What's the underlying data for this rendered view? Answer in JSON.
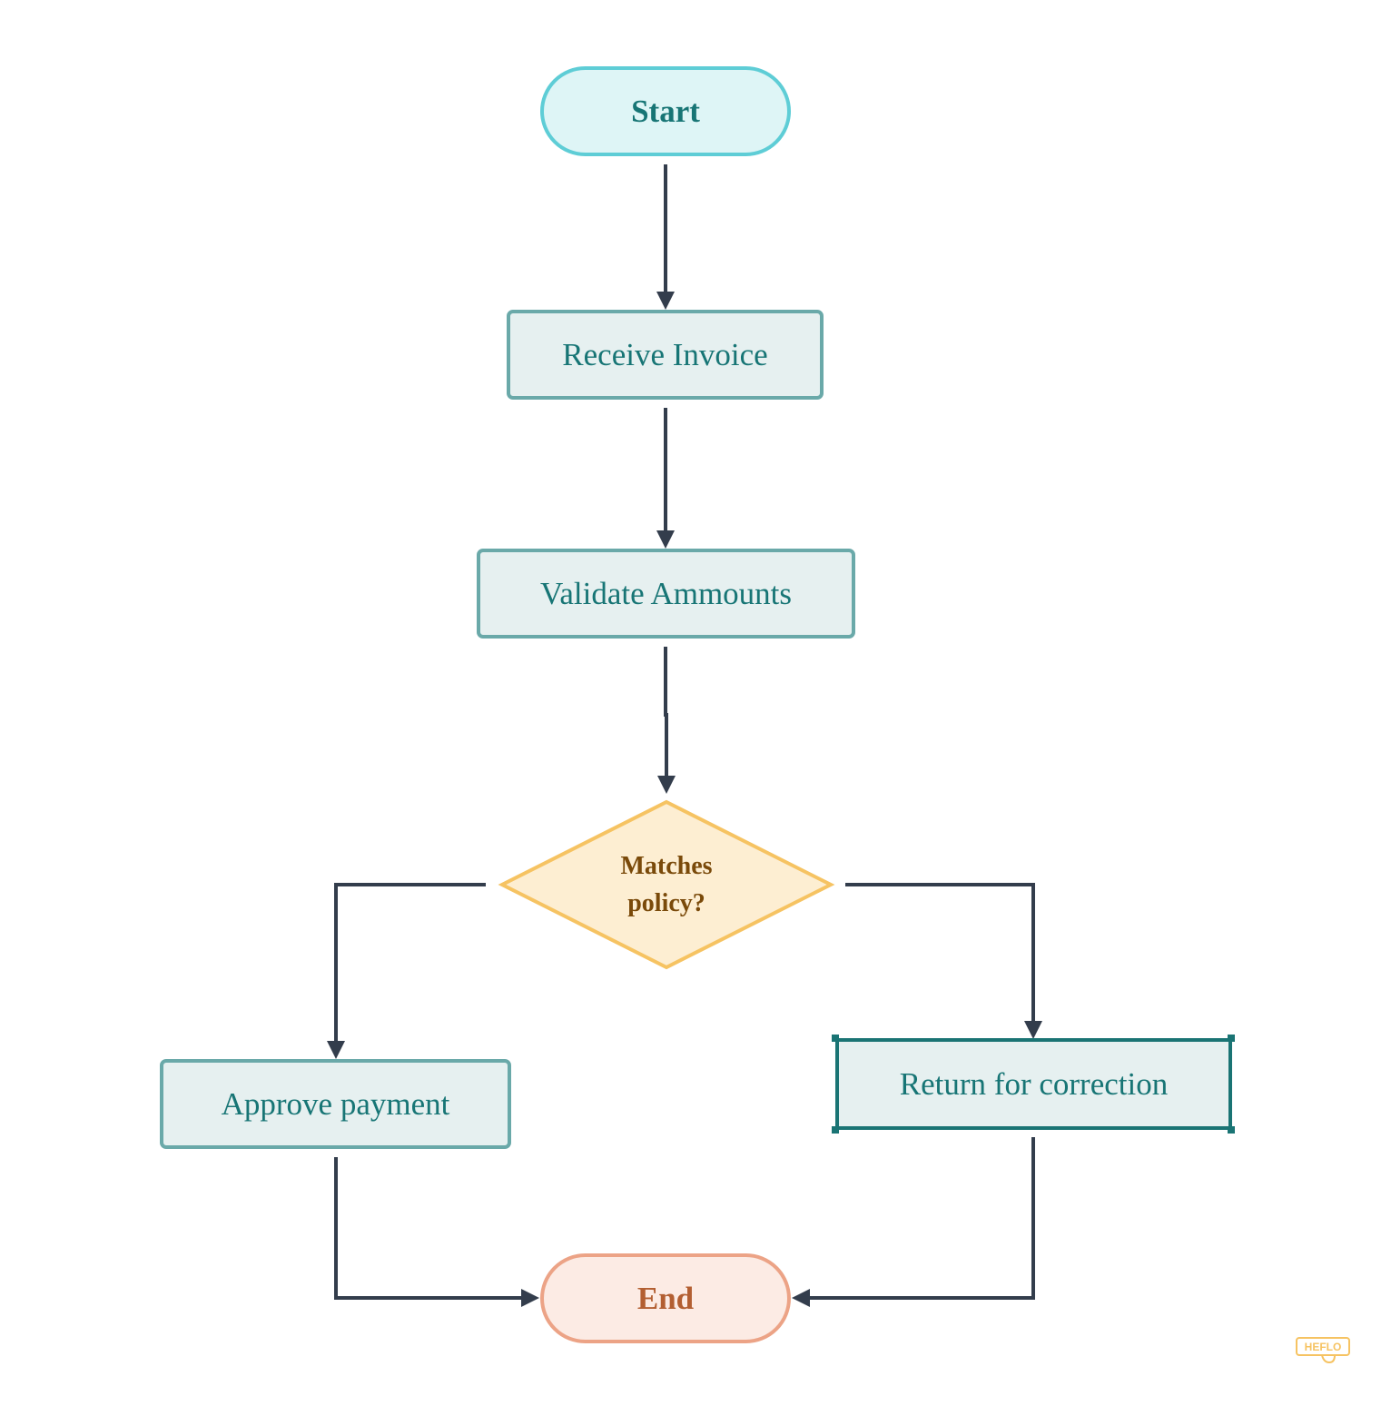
{
  "flowchart": {
    "nodes": [
      {
        "id": "start",
        "label": "Start",
        "shape": "terminal"
      },
      {
        "id": "receive",
        "label": "Receive Invoice",
        "shape": "process"
      },
      {
        "id": "validate",
        "label": "Validate Ammounts",
        "shape": "process"
      },
      {
        "id": "decision",
        "label": "Matches\npolicy?",
        "shape": "decision"
      },
      {
        "id": "approve",
        "label": "Approve payment",
        "shape": "process"
      },
      {
        "id": "return",
        "label": "Return for correction",
        "shape": "process",
        "selected": true
      },
      {
        "id": "end",
        "label": "End",
        "shape": "terminal"
      }
    ],
    "edges": [
      {
        "from": "start",
        "to": "receive"
      },
      {
        "from": "receive",
        "to": "validate"
      },
      {
        "from": "validate",
        "to": "decision"
      },
      {
        "from": "decision",
        "to": "approve"
      },
      {
        "from": "decision",
        "to": "return"
      },
      {
        "from": "approve",
        "to": "end"
      },
      {
        "from": "return",
        "to": "end"
      }
    ]
  },
  "colors": {
    "start_fill": "#def5f6",
    "start_stroke": "#5ecdd6",
    "start_text": "#177575",
    "process_fill": "#e6f0f0",
    "process_stroke": "#6aa9a9",
    "process_text": "#177575",
    "decision_fill": "#fdeed2",
    "decision_stroke": "#f6c362",
    "decision_text": "#7a4a0a",
    "end_fill": "#fcebe4",
    "end_stroke": "#eca386",
    "end_text": "#b35f32",
    "edge": "#333d4c",
    "selection": "#1a7474",
    "logo": "#f6c362"
  },
  "logo": {
    "text": "HEFLO"
  }
}
